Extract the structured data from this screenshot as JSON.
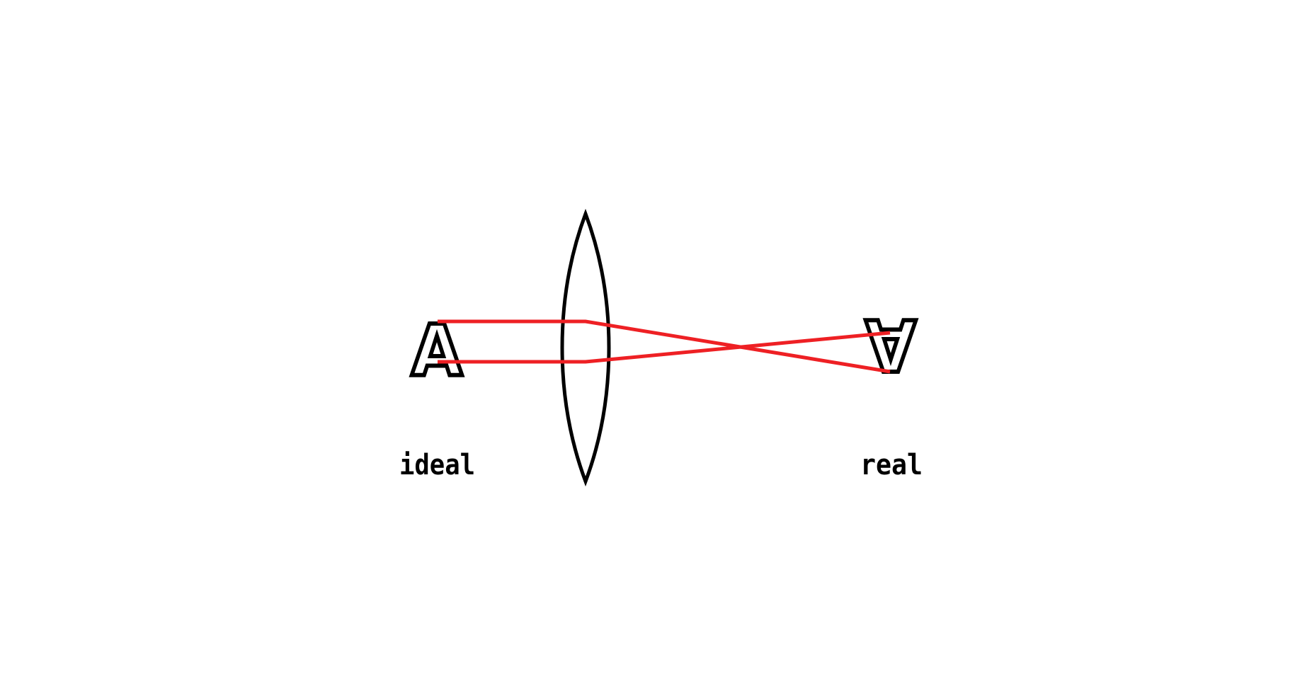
{
  "diagram": {
    "object_letter": "A",
    "image_letter": "A",
    "label_left": "ideal",
    "label_right": "real",
    "colors": {
      "ray": "#ee2024",
      "outline": "#000000",
      "background": "#ffffff"
    }
  }
}
